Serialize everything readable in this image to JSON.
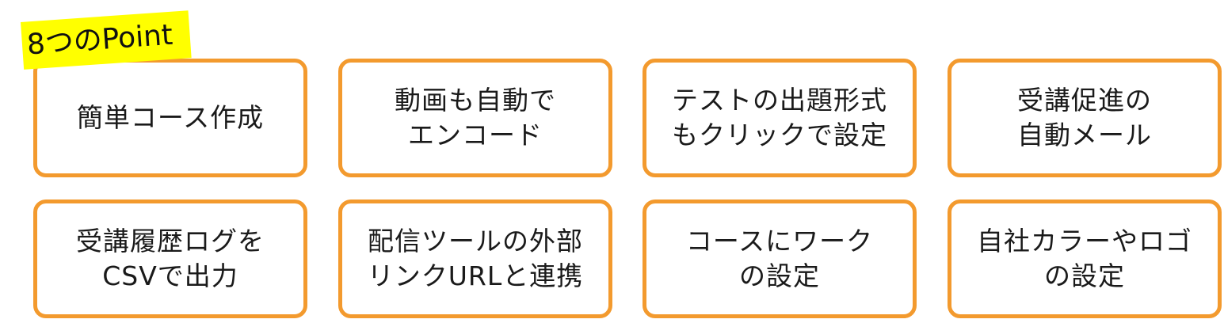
{
  "tag": {
    "label": "8つのPoint",
    "background_color": "#ffff00"
  },
  "card_border_color": "#f39a2e",
  "cards": [
    {
      "lines": [
        "簡単コース作成"
      ]
    },
    {
      "lines": [
        "動画も自動で",
        "エンコード"
      ]
    },
    {
      "lines": [
        "テストの出題形式",
        "もクリックで設定"
      ]
    },
    {
      "lines": [
        "受講促進の",
        "自動メール"
      ]
    },
    {
      "lines": [
        "受講履歴ログを",
        "CSVで出力"
      ]
    },
    {
      "lines": [
        "配信ツールの外部",
        "リンクURLと連携"
      ]
    },
    {
      "lines": [
        "コースにワーク",
        "の設定"
      ]
    },
    {
      "lines": [
        "自社カラーやロゴ",
        "の設定"
      ]
    }
  ]
}
